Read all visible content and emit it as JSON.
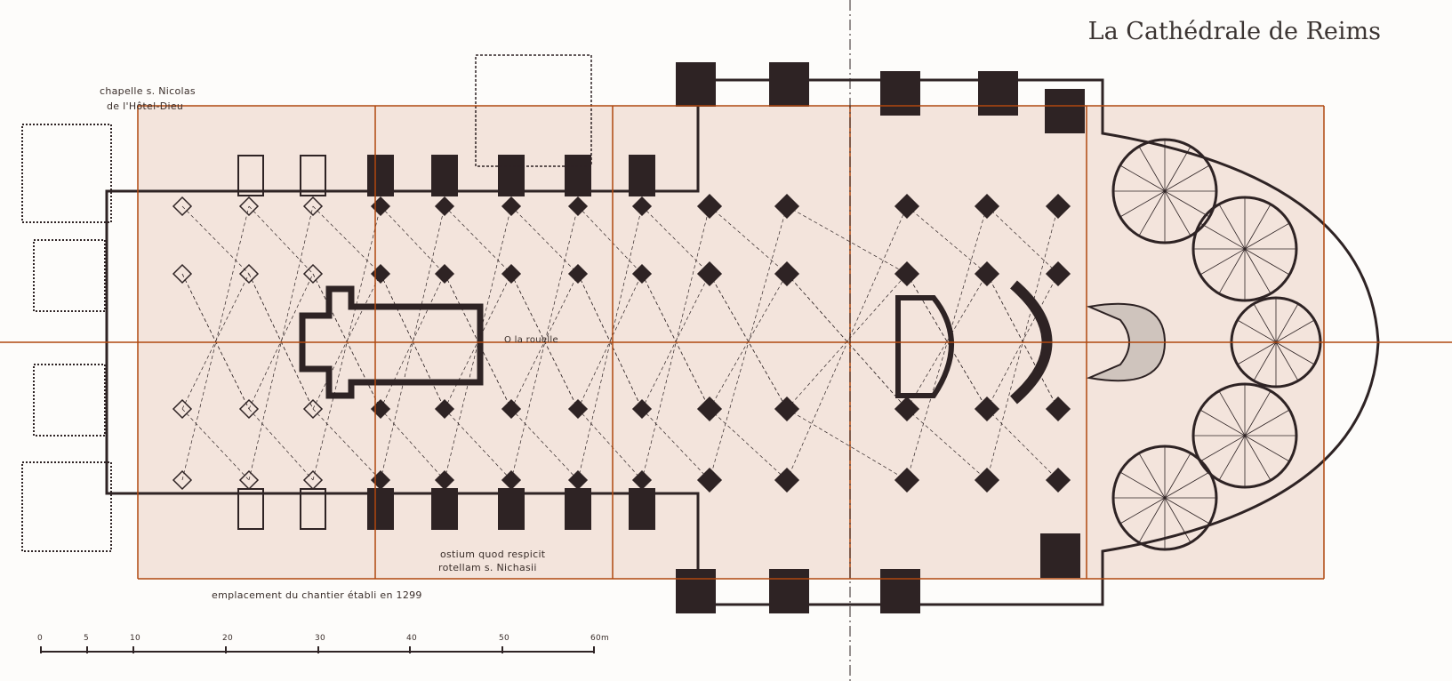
{
  "title": "La Cathédrale de Reims",
  "labels": {
    "chapelle_line1": "chapelle s. Nicolas",
    "chapelle_line2": "de l'Hôtel-Dieu",
    "rouelle": "O la rouelle",
    "ostium_line1": "ostium quod respicit",
    "ostium_line2": "rotellam s. Nichasii",
    "chantier": "emplacement du chantier établi en 1299"
  },
  "scale": {
    "ticks": [
      "0",
      "5",
      "10",
      "20",
      "30",
      "40",
      "50",
      "60m"
    ]
  },
  "colors": {
    "overlay_fill": "#f3e4dc",
    "grid_line": "#b0480f",
    "ink": "#2e2324"
  }
}
